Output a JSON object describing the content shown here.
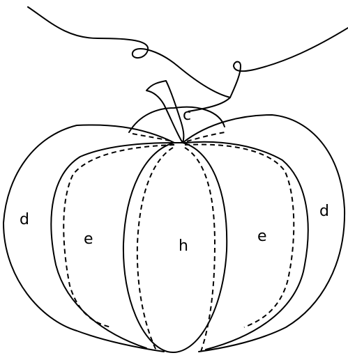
{
  "labels": {
    "stem_top": "c",
    "outer_left": "d",
    "outer_right": "d",
    "middle_left": "e",
    "middle_right": "e",
    "center": "h"
  }
}
